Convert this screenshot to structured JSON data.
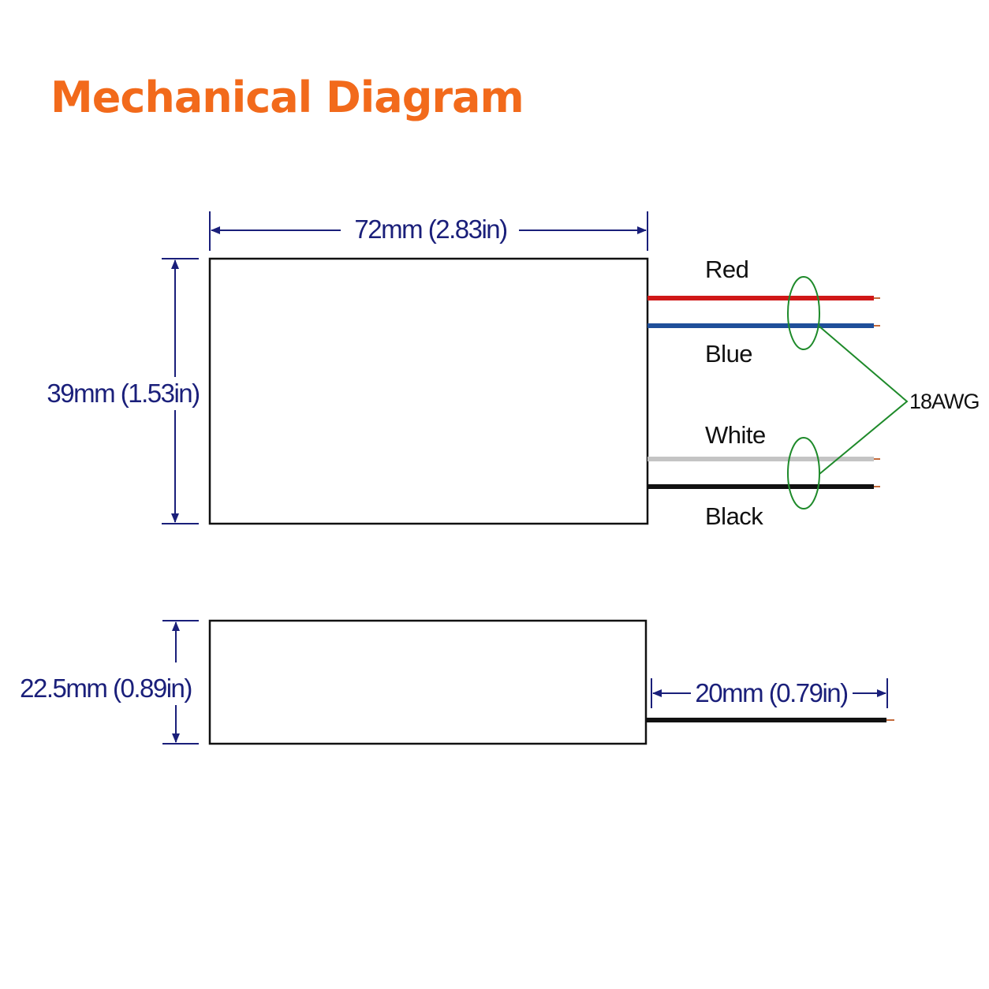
{
  "title": "Mechanical Diagram",
  "colors": {
    "title": "#f26a1b",
    "dimension": "#1a1f7a",
    "outline": "#111111",
    "bundle": "#1e8a2a",
    "wire_red": "#d01818",
    "wire_blue": "#1f4f9a",
    "wire_white": "#c4c4c4",
    "wire_black": "#111111",
    "wire_tip": "#c46a3a"
  },
  "dimensions": {
    "length": "72mm (2.83in)",
    "width": "39mm (1.53in)",
    "height": "22.5mm (0.89in)",
    "lead_length": "20mm (0.79in)"
  },
  "wires": [
    {
      "label": "Red",
      "color": "#d01818"
    },
    {
      "label": "Blue",
      "color": "#1f4f9a"
    },
    {
      "label": "White",
      "color": "#c4c4c4"
    },
    {
      "label": "Black",
      "color": "#111111"
    }
  ],
  "gauge": "18AWG"
}
